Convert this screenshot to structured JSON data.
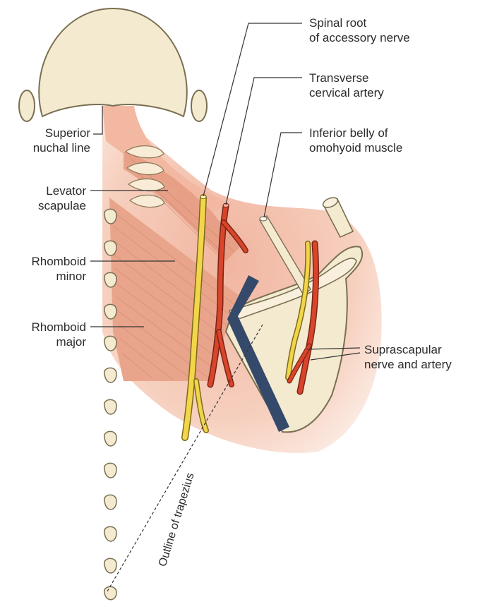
{
  "labels": {
    "spinal_root_line1": "Spinal root",
    "spinal_root_line2": "of accessory nerve",
    "transverse_line1": "Transverse",
    "transverse_line2": "cervical artery",
    "omohyoid_line1": "Inferior belly of",
    "omohyoid_line2": "omohyoid muscle",
    "superior_nuchal_line1": "Superior",
    "superior_nuchal_line2": "nuchal line",
    "levator_line1": "Levator",
    "levator_line2": "scapulae",
    "rhomboid_minor_line1": "Rhomboid",
    "rhomboid_minor_line2": "minor",
    "rhomboid_major_line1": "Rhomboid",
    "rhomboid_major_line2": "major",
    "suprascapular_line1": "Suprascapular",
    "suprascapular_line2": "nerve and artery",
    "trapezius_outline": "Outline of trapezius"
  },
  "colors": {
    "bone": "#f3ead0",
    "bone_stroke": "#7a6f52",
    "muscle": "#e7aa93",
    "muscle_light": "#f6d6c6",
    "nerve": "#f3d54a",
    "artery": "#d9452b",
    "trapezius_edge": "#354a6b",
    "leader": "#333333"
  }
}
